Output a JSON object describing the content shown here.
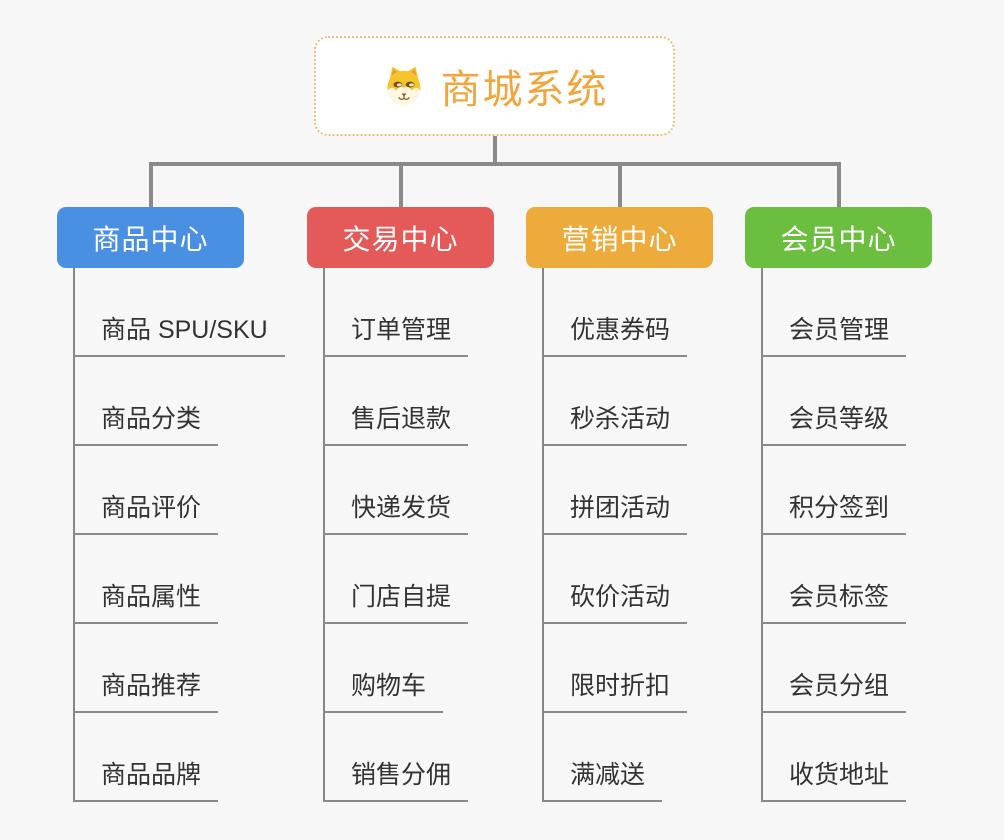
{
  "page": {
    "background_color": "#f7f7f7",
    "connector_color": "#8a8a8a"
  },
  "root": {
    "title": "商城系统",
    "icon": "shiba-dog-icon",
    "text_color": "#f0a63c",
    "border_color": "#ecbe74"
  },
  "branches": [
    {
      "label": "商品中心",
      "color": "#4a90e2",
      "children": [
        "商品 SPU/SKU",
        "商品分类",
        "商品评价",
        "商品属性",
        "商品推荐",
        "商品品牌"
      ]
    },
    {
      "label": "交易中心",
      "color": "#e35a58",
      "children": [
        "订单管理",
        "售后退款",
        "快递发货",
        "门店自提",
        "购物车",
        "销售分佣"
      ]
    },
    {
      "label": "营销中心",
      "color": "#edab3b",
      "children": [
        "优惠券码",
        "秒杀活动",
        "拼团活动",
        "砍价活动",
        "限时折扣",
        "满减送"
      ]
    },
    {
      "label": "会员中心",
      "color": "#6cbe3f",
      "children": [
        "会员管理",
        "会员等级",
        "积分签到",
        "会员标签",
        "会员分组",
        "收货地址"
      ]
    }
  ]
}
